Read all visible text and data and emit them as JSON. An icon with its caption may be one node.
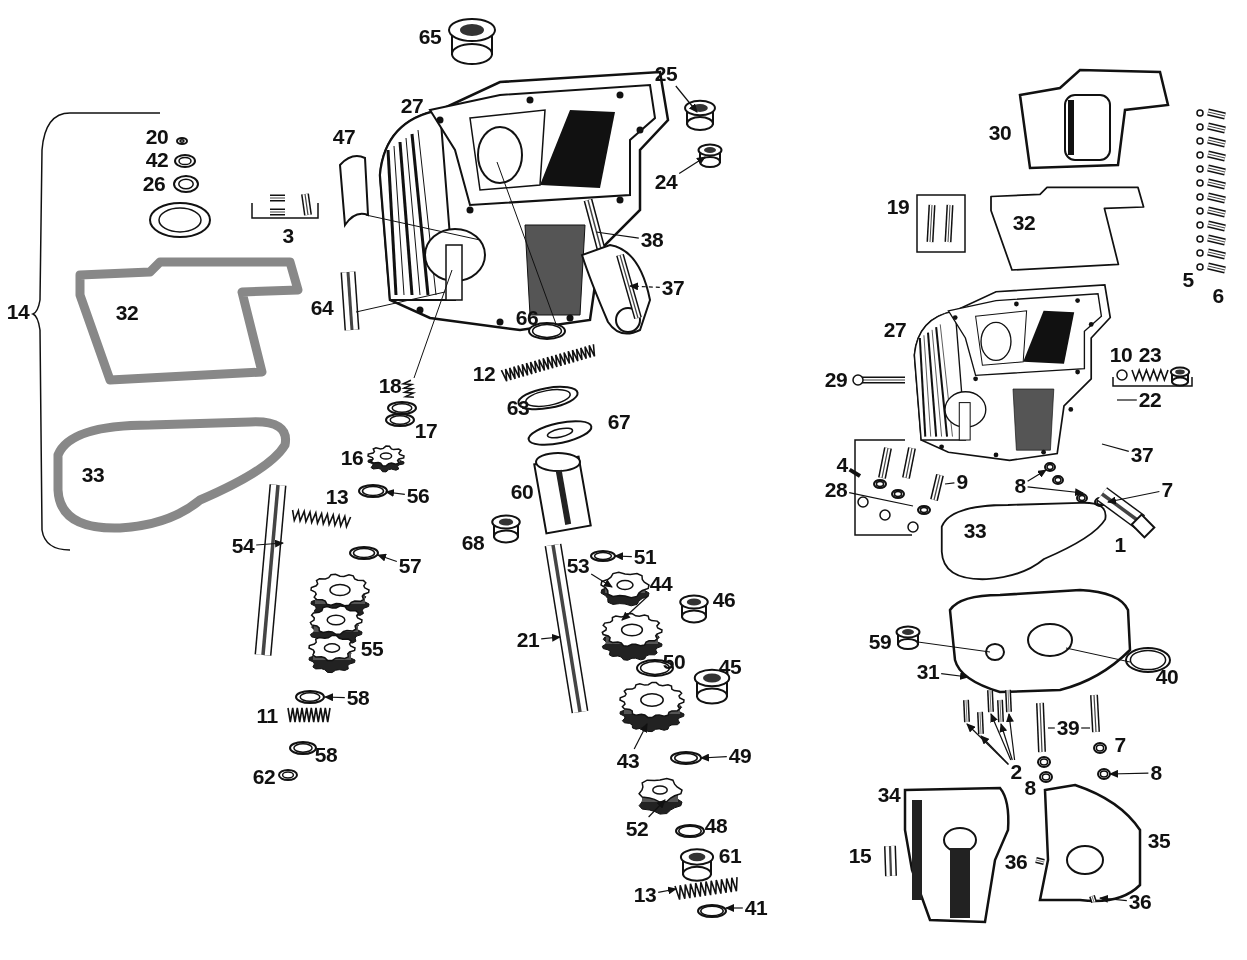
{
  "diagram": {
    "nodes": [
      {
        "text": [
          "38"
        ]
      },
      {
        "text": [
          "37"
        ]
      },
      {
        "text": [
          "25"
        ]
      },
      {
        "text": [
          "24"
        ]
      },
      {
        "text": [
          "56"
        ]
      },
      {
        "text": [
          "57"
        ]
      },
      {
        "text": [
          "54"
        ]
      },
      {
        "text": [
          "58"
        ]
      },
      {
        "text": [
          "51"
        ]
      },
      {
        "text": [
          "53"
        ]
      },
      {
        "text": [
          "44"
        ]
      },
      {
        "text": [
          "21"
        ]
      },
      {
        "text": [
          "43"
        ]
      },
      {
        "text": [
          "49"
        ]
      },
      {
        "text": [
          "52"
        ]
      },
      {
        "text": [
          "13"
        ]
      },
      {
        "text": [
          "41"
        ]
      },
      {
        "text": [
          "4"
        ]
      },
      {
        "text": [
          "28"
        ]
      },
      {
        "text": [
          "9"
        ]
      },
      {
        "text": [
          "8"
        ]
      },
      {
        "text": [
          "7"
        ]
      },
      {
        "text": [
          "37"
        ]
      },
      {
        "text": [
          "22"
        ]
      },
      {
        "text": [
          "31"
        ]
      },
      {
        "text": [
          "2"
        ]
      },
      {
        "text": [
          "39"
        ]
      },
      {
        "text": [
          "8"
        ]
      },
      {
        "text": [
          "36"
        ]
      }
    ],
    "edges": [
      {
        "from": 0,
        "to": null,
        "arrow": "none"
      },
      {
        "from": 1,
        "to": null,
        "arrow": "to",
        "style": "dashed"
      },
      {
        "from": 2,
        "to": null,
        "arrow": "to"
      },
      {
        "from": 3,
        "to": null,
        "arrow": "to"
      },
      {
        "from": 4,
        "to": null,
        "arrow": "to"
      },
      {
        "from": 5,
        "to": null,
        "arrow": "to"
      },
      {
        "from": 6,
        "to": null,
        "arrow": "to"
      },
      {
        "from": 7,
        "to": null,
        "arrow": "to"
      },
      {
        "from": 8,
        "to": null,
        "arrow": "to"
      },
      {
        "from": 9,
        "to": null,
        "arrow": "to"
      },
      {
        "from": 10,
        "to": null,
        "arrow": "to"
      },
      {
        "from": 11,
        "to": null,
        "arrow": "to"
      },
      {
        "from": 12,
        "to": null,
        "arrow": "to"
      },
      {
        "from": 13,
        "to": null,
        "arrow": "to"
      },
      {
        "from": 14,
        "to": null,
        "arrow": "to"
      },
      {
        "from": 15,
        "to": null,
        "arrow": "to"
      },
      {
        "from": 16,
        "to": null,
        "arrow": "to"
      },
      {
        "from": 17,
        "to": null,
        "arrow": "none",
        "style": "thick"
      },
      {
        "from": 18,
        "to": null,
        "arrow": "none"
      },
      {
        "from": 19,
        "to": null,
        "arrow": "none"
      },
      {
        "from": 20,
        "to": null,
        "arrow": "to"
      },
      {
        "from": 20,
        "to": null,
        "arrow": "to"
      },
      {
        "from": 21,
        "to": null,
        "arrow": "to"
      },
      {
        "from": 22,
        "to": null,
        "arrow": "none"
      },
      {
        "from": 23,
        "to": null,
        "arrow": "none"
      },
      {
        "from": 24,
        "to": null,
        "arrow": "to"
      },
      {
        "from": 25,
        "to": null,
        "arrow": "to"
      },
      {
        "from": 25,
        "to": null,
        "arrow": "to"
      },
      {
        "from": 25,
        "to": null,
        "arrow": "to"
      },
      {
        "from": 25,
        "to": null,
        "arrow": "to"
      },
      {
        "from": 25,
        "to": null,
        "arrow": "to"
      },
      {
        "from": 26,
        "to": null,
        "arrow": "none"
      },
      {
        "from": 26,
        "to": null,
        "arrow": "none"
      },
      {
        "from": 27,
        "to": null,
        "arrow": "to"
      },
      {
        "from": 28,
        "to": null,
        "arrow": "to"
      }
    ],
    "labels": [
      "65",
      "27",
      "47",
      "20",
      "42",
      "26",
      "3",
      "14",
      "32",
      "64",
      "66",
      "18",
      "12",
      "17",
      "63",
      "67",
      "16",
      "33",
      "60",
      "13",
      "68",
      "55",
      "46",
      "50",
      "45",
      "11",
      "58",
      "62",
      "48",
      "61",
      "30",
      "19",
      "32",
      "5",
      "6",
      "27",
      "29",
      "10",
      "23",
      "33",
      "1",
      "59",
      "40",
      "7",
      "8",
      "34",
      "35",
      "15",
      "36"
    ]
  }
}
